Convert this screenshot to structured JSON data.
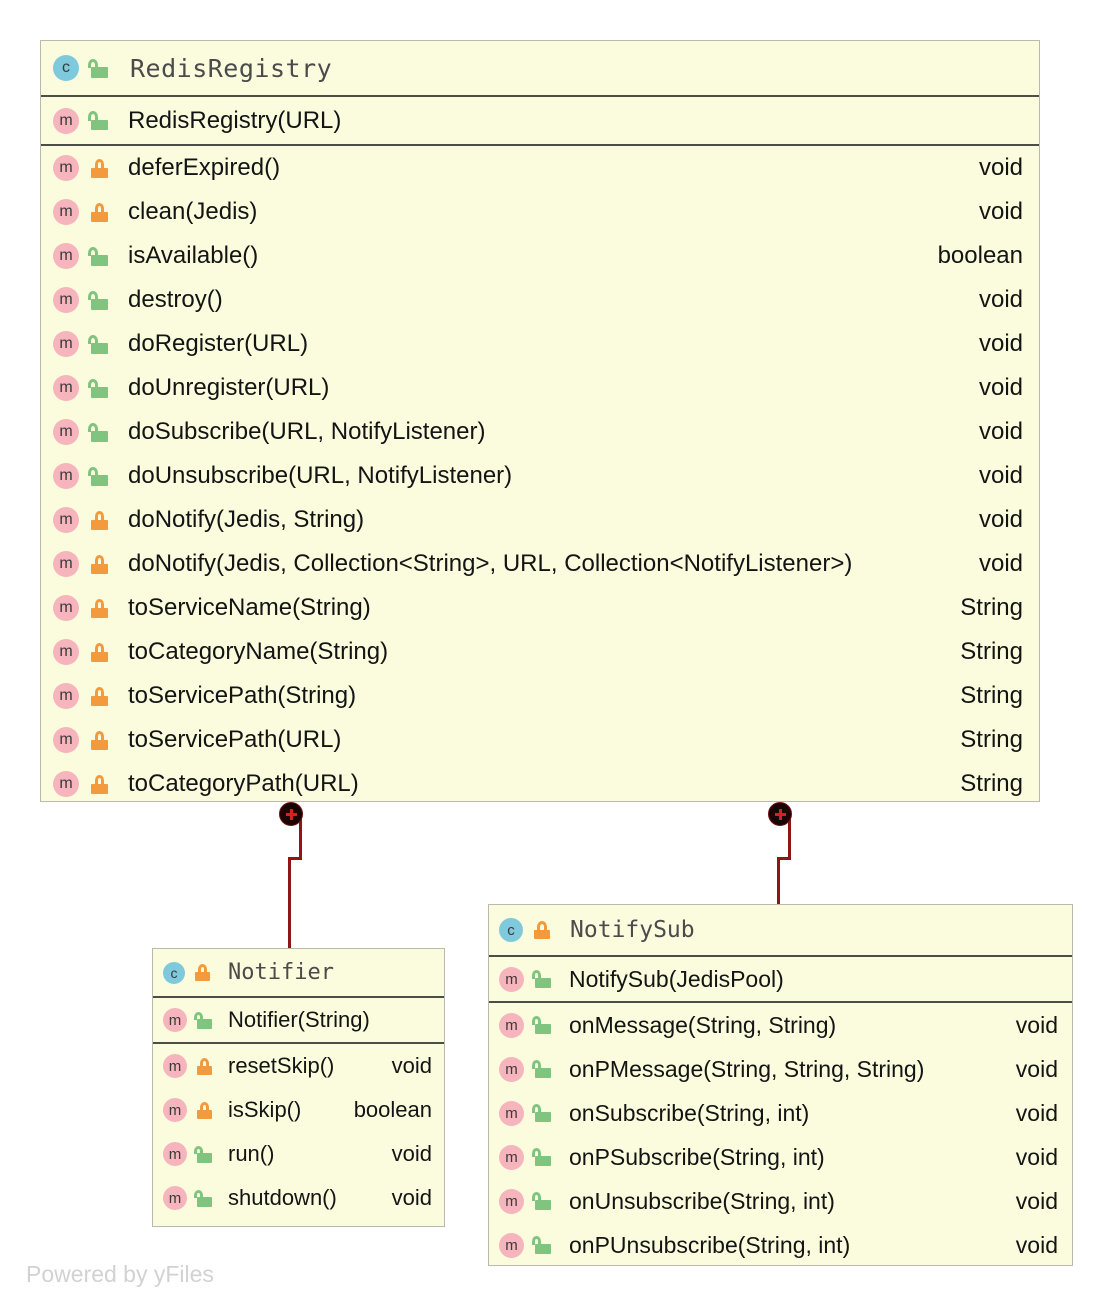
{
  "diagram": {
    "type": "uml-class-diagram",
    "watermark": "Powered by yFiles",
    "icons": {
      "class_badge": "class-badge-icon",
      "method_badge": "method-badge-icon",
      "public_lock": "unlocked-padlock-icon",
      "private_lock": "locked-padlock-icon",
      "inner_class_marker": "plus-circle-marker-icon"
    },
    "colors": {
      "box_fill": "#fbfbdd",
      "box_border": "#b9b9ad",
      "separator": "#4d4d48",
      "class_badge": "#7fc9dd",
      "method_badge": "#f6b4bd",
      "public_lock": "#7fc47f",
      "private_lock": "#f29a3c",
      "edge": "#8e1616",
      "marker_fill": "#1a0505",
      "marker_cross": "#d42222",
      "watermark": "#d2d2d2"
    }
  },
  "classes": {
    "redis_registry": {
      "name": "RedisRegistry",
      "kind": "c",
      "visibility": "public",
      "constructors": [
        {
          "badge": "m",
          "visibility": "public",
          "signature": "RedisRegistry(URL)",
          "return": ""
        }
      ],
      "methods": [
        {
          "badge": "m",
          "visibility": "private",
          "signature": "deferExpired()",
          "return": "void"
        },
        {
          "badge": "m",
          "visibility": "private",
          "signature": "clean(Jedis)",
          "return": "void"
        },
        {
          "badge": "m",
          "visibility": "public",
          "signature": "isAvailable()",
          "return": "boolean"
        },
        {
          "badge": "m",
          "visibility": "public",
          "signature": "destroy()",
          "return": "void"
        },
        {
          "badge": "m",
          "visibility": "public",
          "signature": "doRegister(URL)",
          "return": "void"
        },
        {
          "badge": "m",
          "visibility": "public",
          "signature": "doUnregister(URL)",
          "return": "void"
        },
        {
          "badge": "m",
          "visibility": "public",
          "signature": "doSubscribe(URL, NotifyListener)",
          "return": "void"
        },
        {
          "badge": "m",
          "visibility": "public",
          "signature": "doUnsubscribe(URL, NotifyListener)",
          "return": "void"
        },
        {
          "badge": "m",
          "visibility": "private",
          "signature": "doNotify(Jedis, String)",
          "return": "void"
        },
        {
          "badge": "m",
          "visibility": "private",
          "signature": "doNotify(Jedis, Collection<String>, URL, Collection<NotifyListener>)",
          "return": "void"
        },
        {
          "badge": "m",
          "visibility": "private",
          "signature": "toServiceName(String)",
          "return": "String"
        },
        {
          "badge": "m",
          "visibility": "private",
          "signature": "toCategoryName(String)",
          "return": "String"
        },
        {
          "badge": "m",
          "visibility": "private",
          "signature": "toServicePath(String)",
          "return": "String"
        },
        {
          "badge": "m",
          "visibility": "private",
          "signature": "toServicePath(URL)",
          "return": "String"
        },
        {
          "badge": "m",
          "visibility": "private",
          "signature": "toCategoryPath(URL)",
          "return": "String"
        }
      ]
    },
    "notifier": {
      "name": "Notifier",
      "kind": "c",
      "visibility": "private",
      "constructors": [
        {
          "badge": "m",
          "visibility": "public",
          "signature": "Notifier(String)",
          "return": ""
        }
      ],
      "methods": [
        {
          "badge": "m",
          "visibility": "private",
          "signature": "resetSkip()",
          "return": "void"
        },
        {
          "badge": "m",
          "visibility": "private",
          "signature": "isSkip()",
          "return": "boolean"
        },
        {
          "badge": "m",
          "visibility": "public",
          "signature": "run()",
          "return": "void"
        },
        {
          "badge": "m",
          "visibility": "public",
          "signature": "shutdown()",
          "return": "void"
        }
      ]
    },
    "notify_sub": {
      "name": "NotifySub",
      "kind": "c",
      "visibility": "private",
      "constructors": [
        {
          "badge": "m",
          "visibility": "public",
          "signature": "NotifySub(JedisPool)",
          "return": ""
        }
      ],
      "methods": [
        {
          "badge": "m",
          "visibility": "public",
          "signature": "onMessage(String, String)",
          "return": "void"
        },
        {
          "badge": "m",
          "visibility": "public",
          "signature": "onPMessage(String, String, String)",
          "return": "void"
        },
        {
          "badge": "m",
          "visibility": "public",
          "signature": "onSubscribe(String, int)",
          "return": "void"
        },
        {
          "badge": "m",
          "visibility": "public",
          "signature": "onPSubscribe(String, int)",
          "return": "void"
        },
        {
          "badge": "m",
          "visibility": "public",
          "signature": "onUnsubscribe(String, int)",
          "return": "void"
        },
        {
          "badge": "m",
          "visibility": "public",
          "signature": "onPUnsubscribe(String, int)",
          "return": "void"
        }
      ]
    }
  },
  "edges": [
    {
      "from": "RedisRegistry",
      "to": "Notifier",
      "marker": "plus-circle"
    },
    {
      "from": "RedisRegistry",
      "to": "NotifySub",
      "marker": "plus-circle"
    }
  ]
}
